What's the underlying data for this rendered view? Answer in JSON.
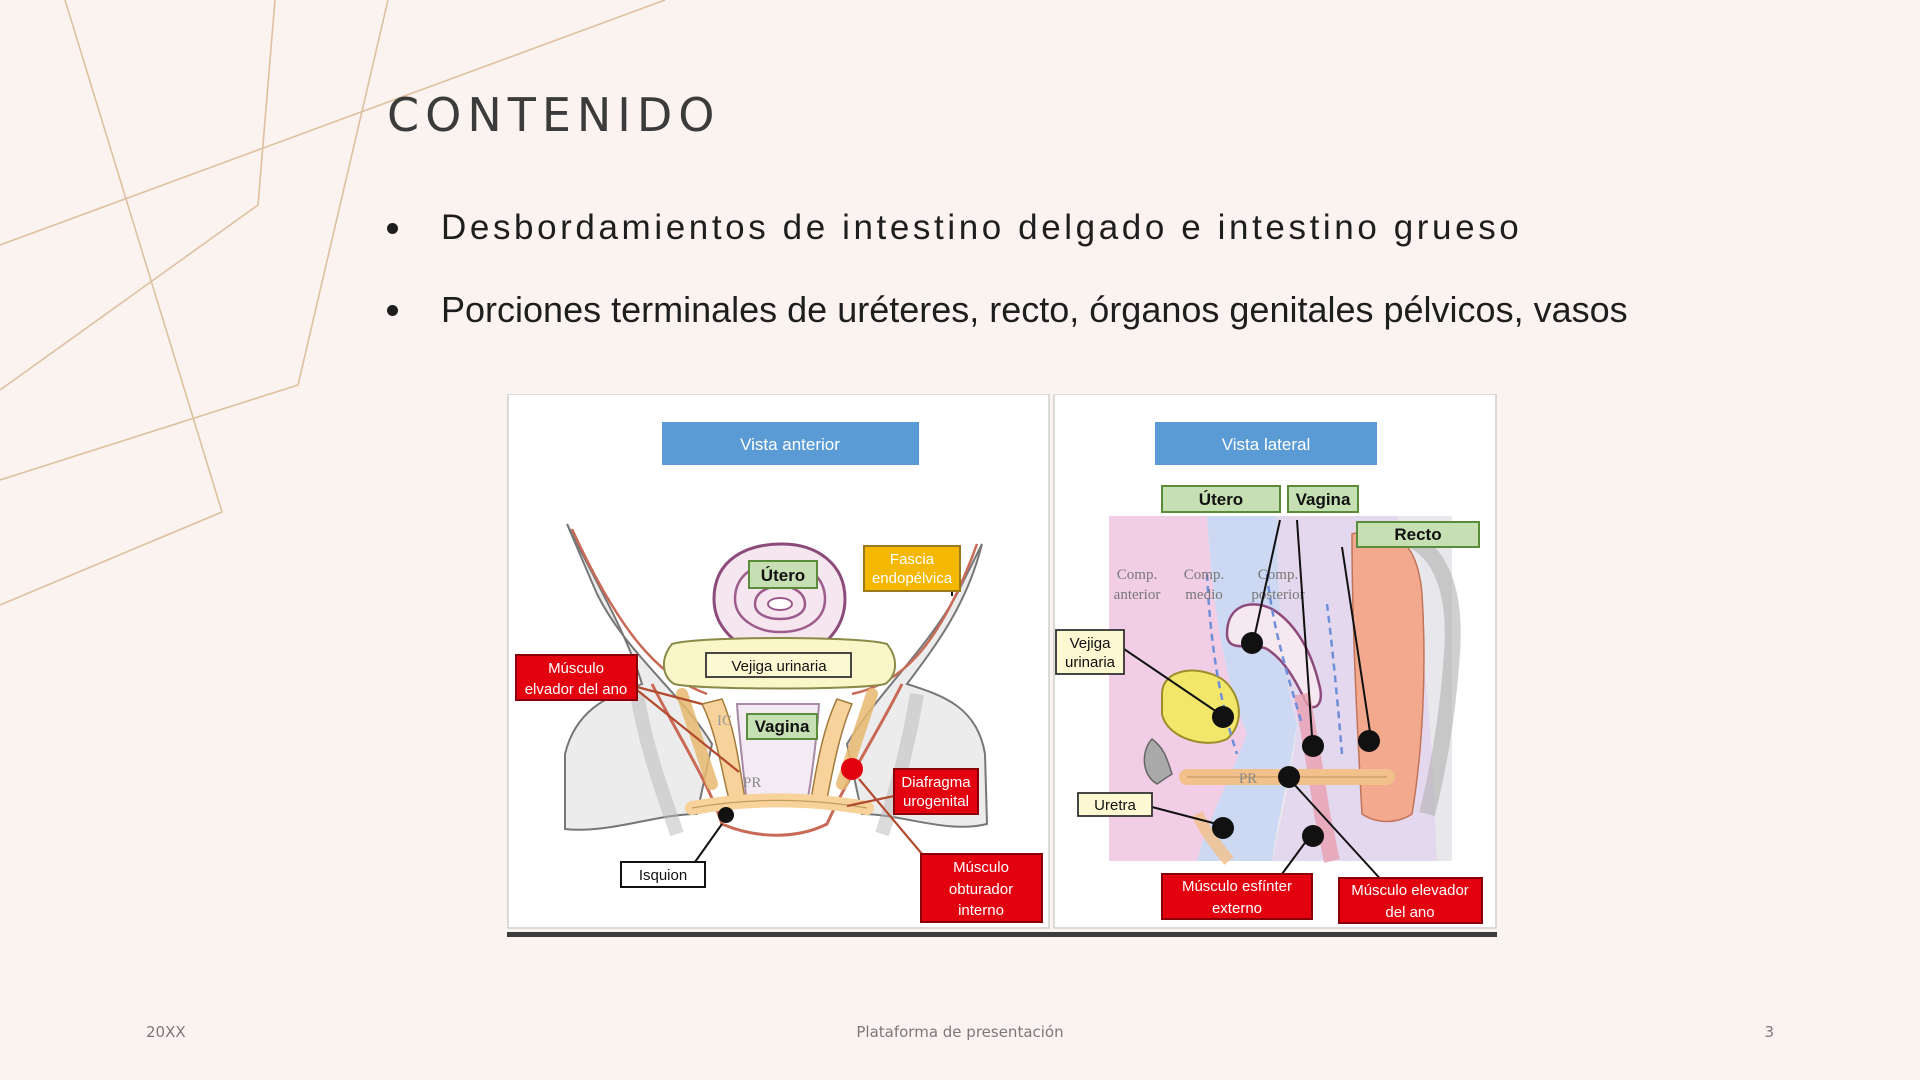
{
  "slide": {
    "title": "CONTENIDO",
    "bullets": [
      "Desbordamientos de intestino delgado e intestino grueso",
      "Porciones terminales de uréteres, recto, órganos genitales pélvicos, vasos"
    ]
  },
  "figure": {
    "anterior": {
      "header": "Vista  anterior",
      "labels": {
        "utero": "Útero",
        "fascia_1": "Fascia",
        "fascia_2": "endopélvica",
        "vejiga": "Vejiga urinaria",
        "elevador_1": "Músculo",
        "elevador_2": "elvador del ano",
        "vagina": "Vagina",
        "diafragma_1": "Diafragma",
        "diafragma_2": "urogenital",
        "isquion": "Isquion",
        "obturador_1": "Músculo",
        "obturador_2": "obturador",
        "obturador_3": "interno",
        "ic": "IC",
        "pr": "PR"
      }
    },
    "lateral": {
      "header": "Vista  lateral",
      "labels": {
        "utero": "Útero",
        "vagina": "Vagina",
        "recto": "Recto",
        "comp_anterior_1": "Comp.",
        "comp_anterior_2": "anterior",
        "comp_medio_1": "Comp.",
        "comp_medio_2": "medio",
        "comp_posterior_1": "Comp.",
        "comp_posterior_2": "posterior",
        "vejiga_1": "Vejiga",
        "vejiga_2": "urinaria",
        "uretra": "Uretra",
        "pr": "PR",
        "esfinter_1": "Músculo esfínter",
        "esfinter_2": "externo",
        "elevador_1": "Músculo elevador",
        "elevador_2": "del ano"
      }
    }
  },
  "footer": {
    "left": "20XX",
    "center": "Plataforma de presentación",
    "right": "3"
  },
  "colors": {
    "background": "#fbf3ef",
    "deco_lines": "#dcc1a0",
    "header_blue": "#5b9bd5",
    "label_green": "#c6e0b4",
    "label_red": "#e3000f",
    "label_yellow": "#f5b800"
  }
}
